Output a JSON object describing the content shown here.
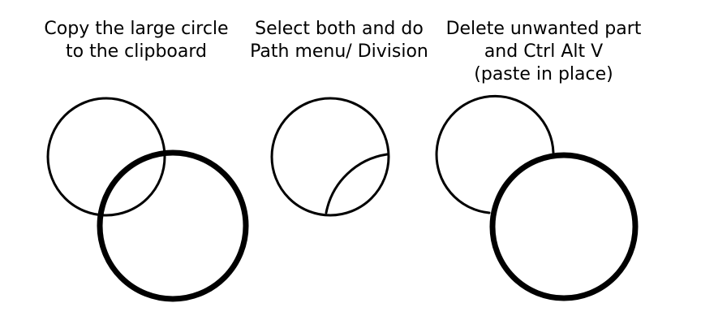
{
  "steps": [
    {
      "caption_lines": [
        "Copy the large circle",
        "to the clipboard"
      ]
    },
    {
      "caption_lines": [
        "Select both and do",
        "Path menu/ Division"
      ]
    },
    {
      "caption_lines": [
        "Delete unwanted part",
        "and Ctrl Alt V",
        "(paste in place)"
      ]
    }
  ],
  "colors": {
    "stroke": "#000000",
    "background": "#ffffff"
  }
}
